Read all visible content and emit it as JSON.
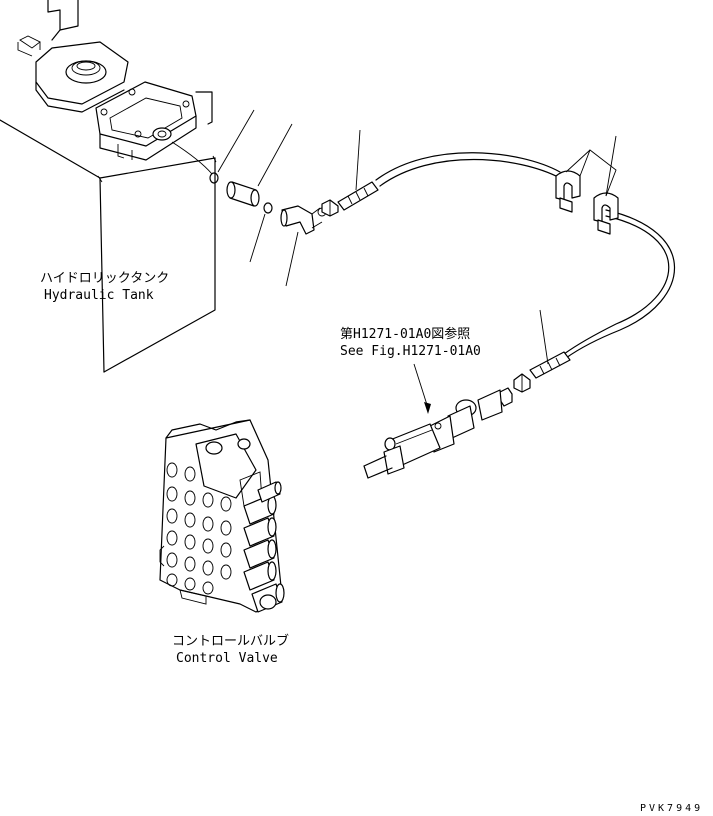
{
  "labels": {
    "tank_jp": "ハイドロリックタンク",
    "tank_en": "Hydraulic Tank",
    "ref_jp": "第H1271-01A0図参照",
    "ref_en": "See Fig.H1271-01A0",
    "valve_jp": "コントロールバルブ",
    "valve_en": "Control Valve",
    "drawing_code": "PVK7949"
  }
}
